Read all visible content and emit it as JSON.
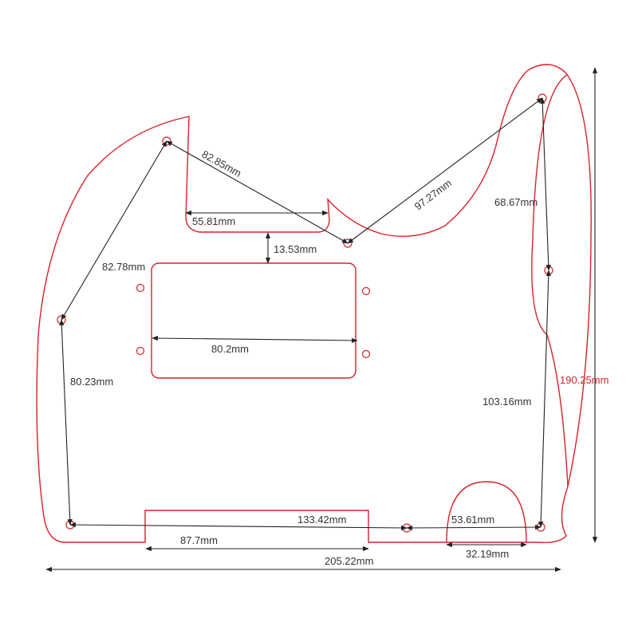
{
  "colors": {
    "outline": "#d9212b",
    "dimension": "#222222",
    "label": "#333333",
    "label_accent": "#d9212b"
  },
  "dimensions": {
    "top_left_diagonal": "82.85mm",
    "cutout_width": "55.81mm",
    "cutout_to_pickup": "13.53mm",
    "left_upper_edge": "82.78mm",
    "pickup_width": "80.2mm",
    "left_lower_edge": "80.23mm",
    "top_right_diagonal": "97.27mm",
    "right_upper_edge": "68.67mm",
    "right_lower_edge": "103.16mm",
    "overall_height": "190.25mm",
    "bottom_screw_span": "133.42mm",
    "bottom_cutout_width": "87.7mm",
    "half_circle_radius_span": "53.61mm",
    "half_circle_base": "32.19mm",
    "overall_width": "205.22mm"
  }
}
